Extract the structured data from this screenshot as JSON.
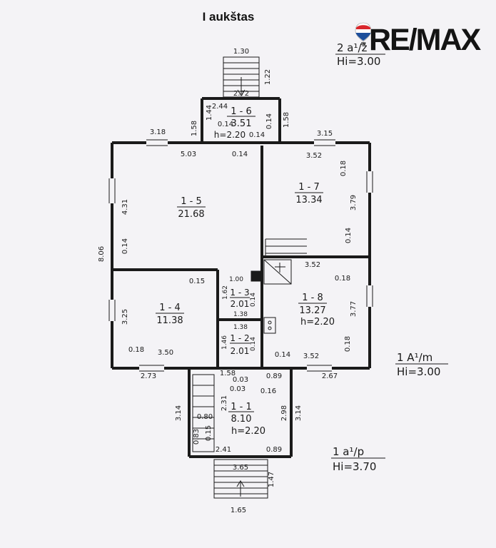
{
  "title": "I aukštas",
  "logo": {
    "text": "RE/MAX"
  },
  "colors": {
    "wall": "#1a1a1a",
    "paper": "#f4f3f6",
    "balloon_red": "#d9262c",
    "balloon_blue": "#1d4f9c"
  },
  "level_labels": {
    "attic_top": "2 a¹/ž",
    "attic_bottom": "Hi=3.00",
    "living_top": "1 A¹/m",
    "living_bottom": "Hi=3.00",
    "porch_top": "1 a¹/p",
    "porch_bottom": "Hi=3.70"
  },
  "rooms": {
    "r16": {
      "id": "1 - 6",
      "area": "3.51",
      "h": "h=2.20"
    },
    "r15": {
      "id": "1 - 5",
      "area": "21.68"
    },
    "r17": {
      "id": "1 - 7",
      "area": "13.34"
    },
    "r14": {
      "id": "1 - 4",
      "area": "11.38"
    },
    "r13": {
      "id": "1 - 3",
      "area": "2.01"
    },
    "r12": {
      "id": "1 - 2",
      "area": "2.01"
    },
    "r18": {
      "id": "1 - 8",
      "area": "13.27",
      "h": "h=2.20"
    },
    "r11": {
      "id": "1 - 1",
      "area": "8.10",
      "h": "h=2.20"
    }
  },
  "dims": {
    "stair_top_w": "1.30",
    "stair_top_h": "1.22",
    "r16_w": "2.72",
    "r16_left": "1.44",
    "r16_top_l": "2.44",
    "r16_right": "1.58",
    "r16_in_l": "0.14",
    "r16_in_r": "0.14",
    "r16_base_l": "1.58",
    "r16_base_r": "0.14",
    "top_left": "3.18",
    "top_right": "3.15",
    "r15_w": "5.03",
    "wall_mid": "0.14",
    "r17_w": "3.52",
    "r17_wall": "0.18",
    "r17_h": "3.79",
    "r17_wall2": "0.14",
    "r15_h": "4.31",
    "r15_wall": "0.14",
    "total_h": "8.06",
    "r8_w": "3.52",
    "r8_wall": "0.18",
    "r8_h": "3.77",
    "r8_wall2": "0.18",
    "r14_wall": "0.15",
    "r14_h": "3.25",
    "r14_wall2": "0.18",
    "r14_w": "3.50",
    "r13_w": "1.00",
    "r13_h": "1.62",
    "r13_side": "0.14",
    "r13_w2": "1.38",
    "r12_w": "1.38",
    "r12_h": "1.46",
    "r12_side": "0.14",
    "mid_wall": "0.14",
    "r8_w2": "3.52",
    "bot_left": "2.73",
    "bot_right": "2.67",
    "r11_w": "1.58",
    "r11_a": "0.03",
    "r11_b": "0.89",
    "r11_c": "0.03",
    "r11_d": "0.16",
    "r11_h1": "2.31",
    "r11_h2": "2.98",
    "r11_left": "3.14",
    "r11_right": "3.14",
    "r11_s1": "0.80",
    "r11_s2": "0.83",
    "r11_s3": "0.15",
    "r11_bot": "2.41",
    "r11_bot2": "0.89",
    "porch_w": "3.65",
    "porch_h": "1.47",
    "porch_stair": "1.65"
  }
}
